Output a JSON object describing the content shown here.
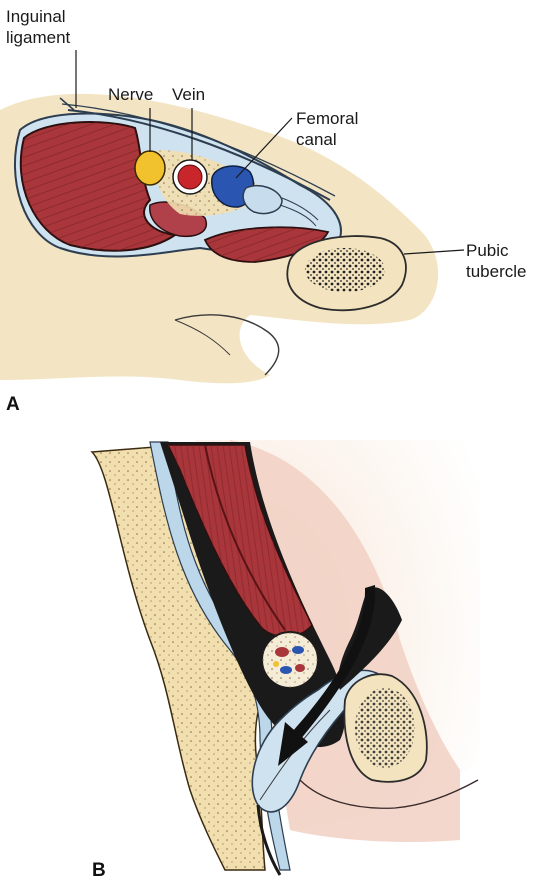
{
  "figure": {
    "panel_a": {
      "letter": "A",
      "labels": {
        "inguinal_ligament_line1": "Inguinal",
        "inguinal_ligament_line2": "ligament",
        "nerve": "Nerve",
        "vein": "Vein",
        "femoral_canal_line1": "Femoral",
        "femoral_canal_line2": "canal",
        "pubic_tubercle_line1": "Pubic",
        "pubic_tubercle_line2": "tubercle"
      }
    },
    "panel_b": {
      "letter": "B"
    }
  },
  "colors": {
    "muscle": "#a8363a",
    "muscle_dark": "#7a1f24",
    "nerve": "#f2c12e",
    "vein": "#c8262b",
    "canal_blue": "#2a55b0",
    "light_blue": "#c7dcec",
    "fascia": "#bcd6ea",
    "bone": "#f3e4bf",
    "skin": "#f6e3d3",
    "tissue_pink": "#eec9bd",
    "fat": "#f2dfb0"
  }
}
